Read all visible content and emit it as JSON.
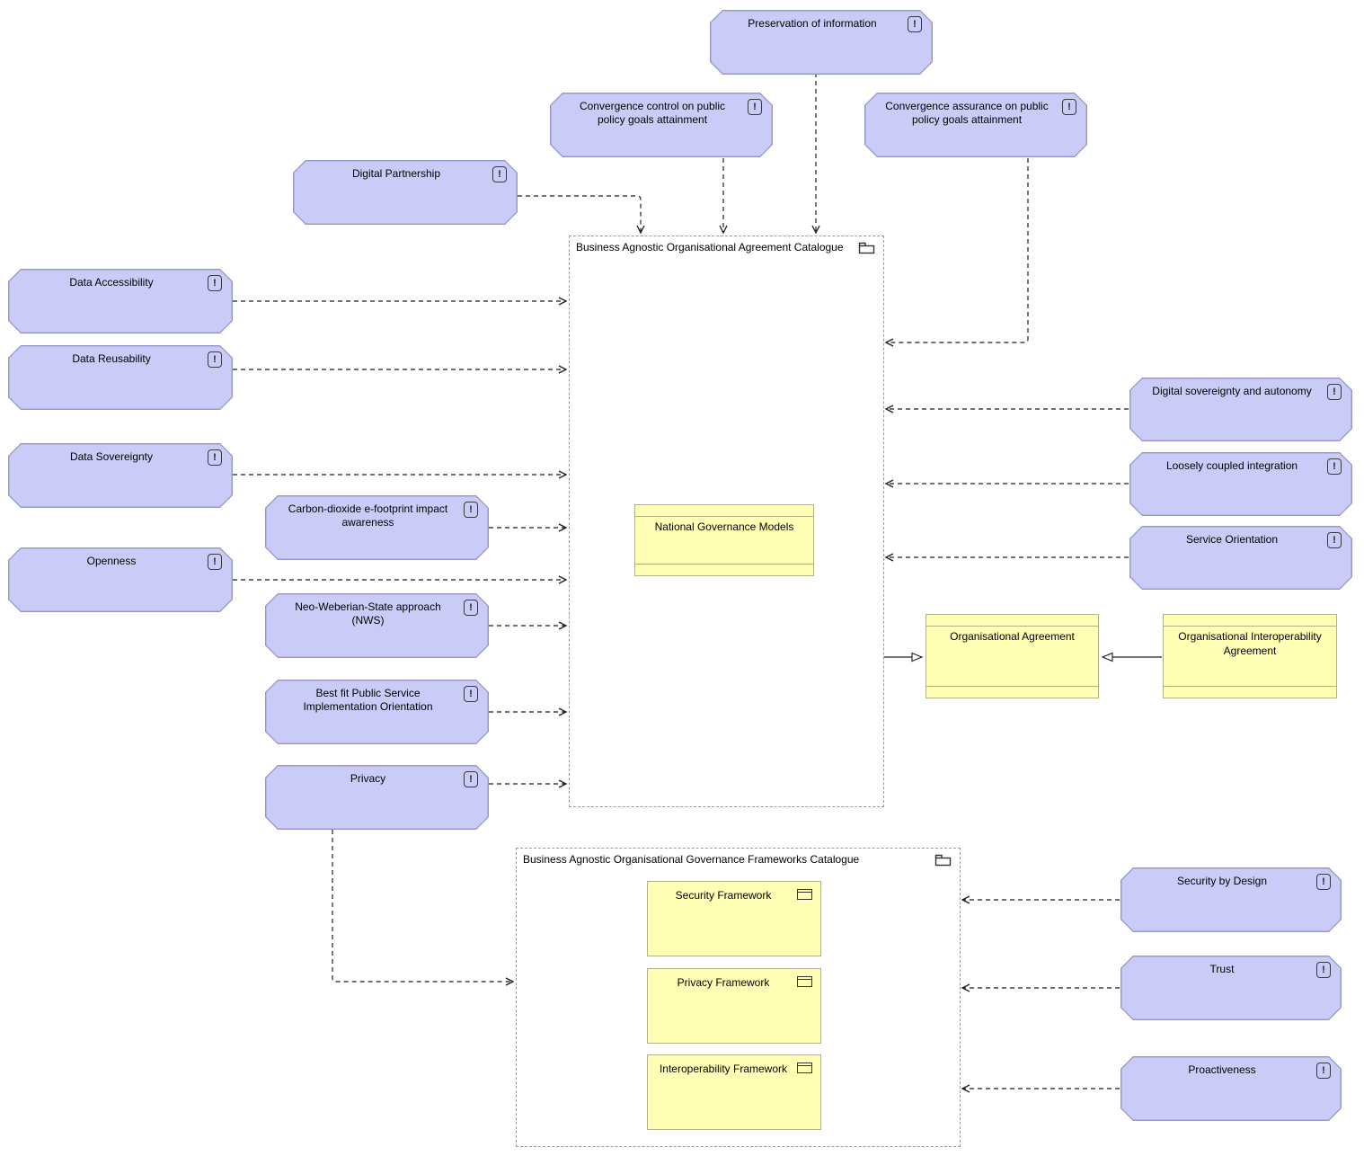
{
  "colors": {
    "principle_fill": "#cbcbf8",
    "principle_border": "#9595c6",
    "object_fill": "#ffffb5",
    "object_border": "#b1b183"
  },
  "principles": {
    "preservation_of_information": "Preservation of information",
    "convergence_control": "Convergence control on public policy goals attainment",
    "convergence_assurance": "Convergence assurance on public policy goals attainment",
    "digital_partnership": "Digital Partnership",
    "data_accessibility": "Data Accessibility",
    "data_reusability": "Data Reusability",
    "data_sovereignty": "Data Sovereignty",
    "openness": "Openness",
    "carbon_dioxide_efootprint": "Carbon-dioxide e-footprint impact awareness",
    "neo_weberian_state": "Neo-Weberian-State approach (NWS)",
    "best_fit_public_service": "Best fit Public Service Implementation Orientation",
    "privacy": "Privacy",
    "digital_sovereignty_autonomy": "Digital sovereignty and autonomy",
    "loosely_coupled_integration": "Loosely coupled integration",
    "service_orientation": "Service Orientation",
    "security_by_design": "Security by Design",
    "trust": "Trust",
    "proactiveness": "Proactiveness"
  },
  "agreement_catalogue": {
    "title": "Business Agnostic Organisational Agreement Catalogue",
    "contract": "National Governance Models"
  },
  "frameworks_catalogue": {
    "title": "Business Agnostic Organisational Governance Frameworks Catalogue",
    "security_framework": "Security Framework",
    "privacy_framework": "Privacy Framework",
    "interoperability_framework": "Interoperability Framework"
  },
  "contracts": {
    "organisational_agreement": "Organisational Agreement",
    "organisational_interoperability_agreement": "Organisational Interoperability Agreement"
  }
}
